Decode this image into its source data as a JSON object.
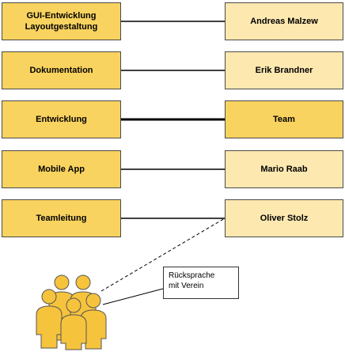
{
  "diagram": {
    "rows": [
      {
        "left": [
          "GUI-Entwicklung",
          "Layoutgestaltung"
        ],
        "right": "Andreas Malzew",
        "connector": "thin",
        "right_highlight": false
      },
      {
        "left": [
          "Dokumentation"
        ],
        "right": "Erik Brandner",
        "connector": "thin",
        "right_highlight": false
      },
      {
        "left": [
          "Entwicklung"
        ],
        "right": "Team",
        "connector": "thick",
        "right_highlight": true
      },
      {
        "left": [
          "Mobile App"
        ],
        "right": "Mario Raab",
        "connector": "thin",
        "right_highlight": false
      },
      {
        "left": [
          "Teamleitung"
        ],
        "right": "Oliver Stolz",
        "connector": "thin",
        "right_highlight": false
      }
    ],
    "note": {
      "lines": [
        "Rücksprache",
        "mit Verein"
      ]
    },
    "group_icon": "people-group-icon",
    "colors": {
      "task_fill": "#f9d35f",
      "person_fill": "#fde8b0",
      "border": "#4a4a4a"
    }
  }
}
